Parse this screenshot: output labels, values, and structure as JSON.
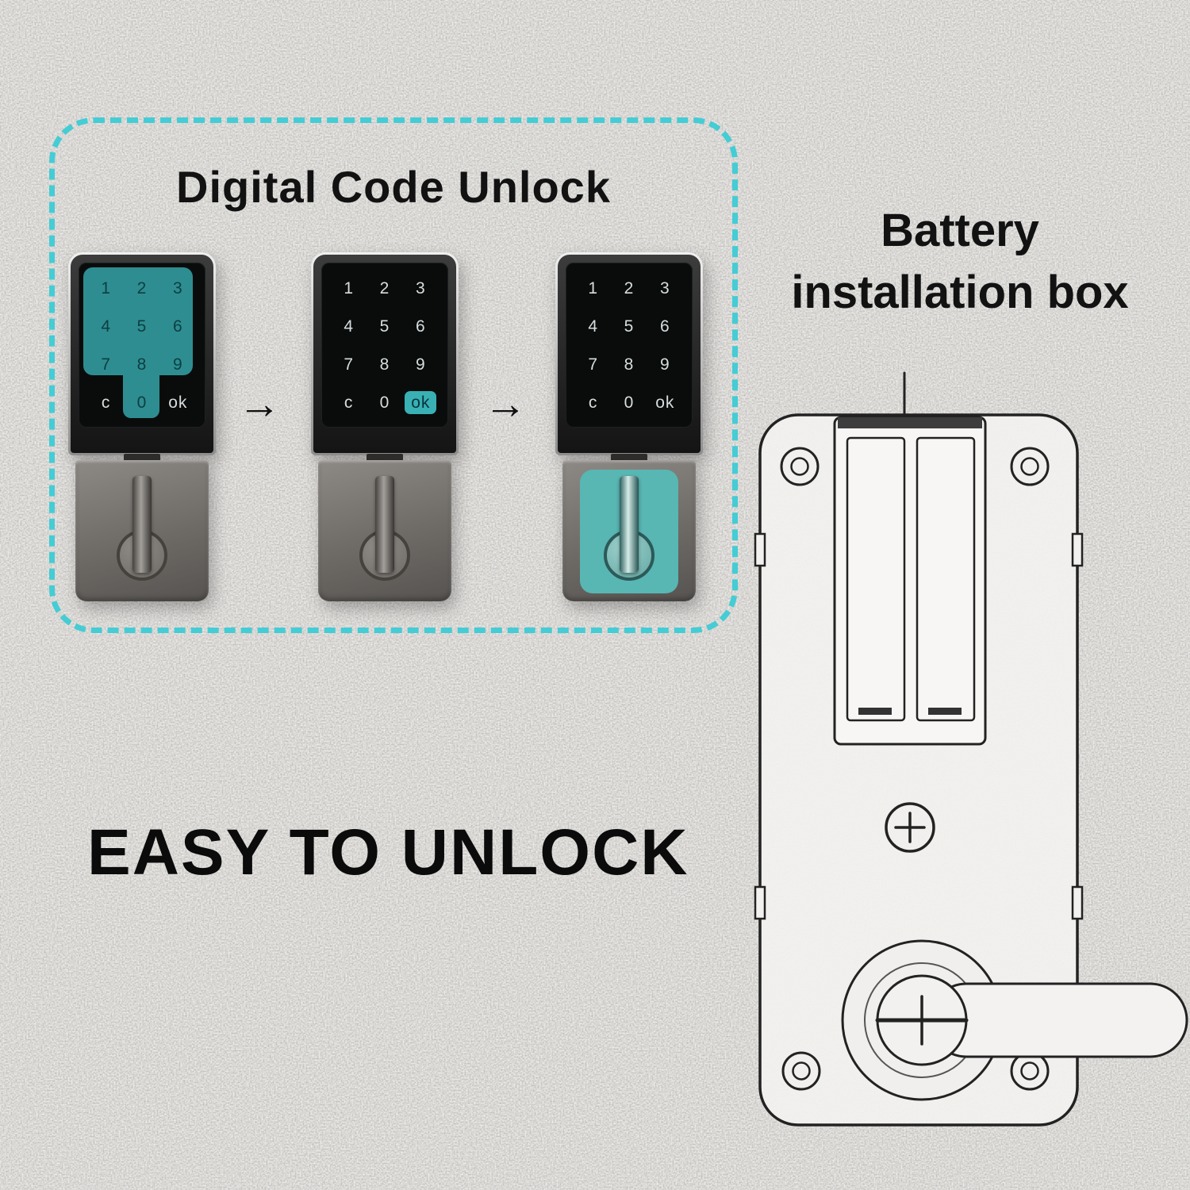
{
  "colors": {
    "accent_teal_dashed": "#45ccd4",
    "highlight_teal": "#2e8d90",
    "ok_highlight_teal": "#39b0b4",
    "knob_highlight_teal": "#58b6b3",
    "background_gray": "#d6d4d0",
    "text_black": "#121212"
  },
  "code_unlock": {
    "title": "Digital Code Unlock",
    "arrow": "→",
    "keys": [
      "1",
      "2",
      "3",
      "4",
      "5",
      "6",
      "7",
      "8",
      "9",
      "c",
      "0",
      "ok"
    ],
    "steps": [
      "enter-code",
      "press-ok",
      "turn-knob"
    ]
  },
  "battery": {
    "line1": "Battery",
    "line2": "installation box"
  },
  "headline": "EASY TO UNLOCK"
}
